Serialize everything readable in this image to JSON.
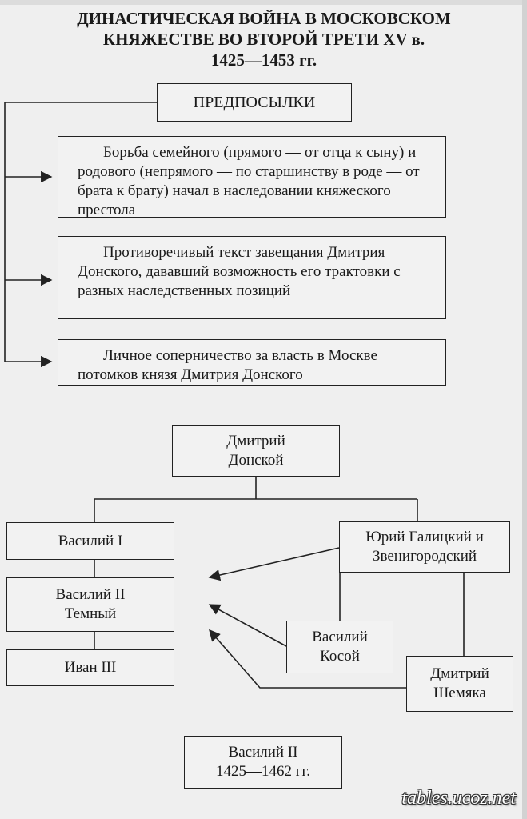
{
  "title": {
    "line1": "ДИНАСТИЧЕСКАЯ ВОЙНА В МОСКОВСКОМ",
    "line2": "КНЯЖЕСТВЕ ВО ВТОРОЙ ТРЕТИ XV в.",
    "line3": "1425—1453 гг."
  },
  "premises": {
    "heading": "ПРЕДПОСЫЛКИ",
    "items": [
      "Борьба семейного (прямого — от отца к сыну) и родового (непрямого — по старшинству в роде — от брата к брату) начал в наследовании княжеского престола",
      "Противоречивый текст завещания Дмитрия Донского, дававший возможность его трактовки с разных наследственных позиций",
      "Личное соперничество за власть в Москве потомков князя Дмитрия Донского"
    ]
  },
  "tree": {
    "dmitry_donskoy": {
      "line1": "Дмитрий",
      "line2": "Донской"
    },
    "vasily_1": "Василий I",
    "yury": {
      "line1": "Юрий Галицкий и",
      "line2": "Звенигородский"
    },
    "vasily_2": {
      "line1": "Василий II",
      "line2": "Темный"
    },
    "vasily_kosoy": {
      "line1": "Василий",
      "line2": "Косой"
    },
    "ivan_3": "Иван III",
    "dmitry_shemyaka": {
      "line1": "Дмитрий",
      "line2": "Шемяка"
    }
  },
  "reign": {
    "line1": "Василий II",
    "line2": "1425—1462 гг."
  },
  "watermark": "tables.ucoz.net"
}
